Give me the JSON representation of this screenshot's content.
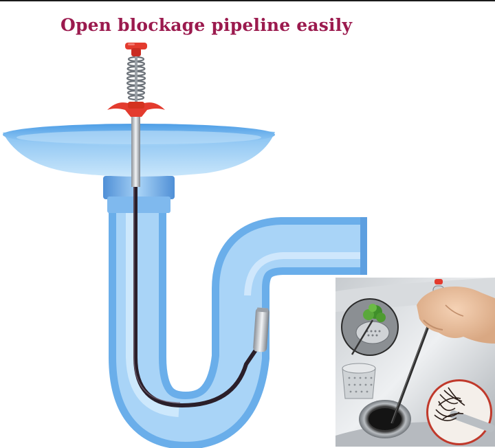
{
  "headline": {
    "text": "Open blockage pipeline easily",
    "color": "#9b1a4e"
  },
  "illustration": {
    "subject": "sink-basin-with-s-trap-and-drain-claw-tool",
    "pipe_color": "#8fc3f0",
    "basin_color": "#6fb1ec",
    "tool_handle_color": "#e33b2e",
    "tool_cable_color": "#2a1f2a"
  },
  "inset_photo": {
    "subject": "hand-using-drain-claw-in-steel-kitchen-sink",
    "circle_insets": [
      "hair-caught-in-claw",
      "drain-strainer-with-green-debris"
    ]
  }
}
